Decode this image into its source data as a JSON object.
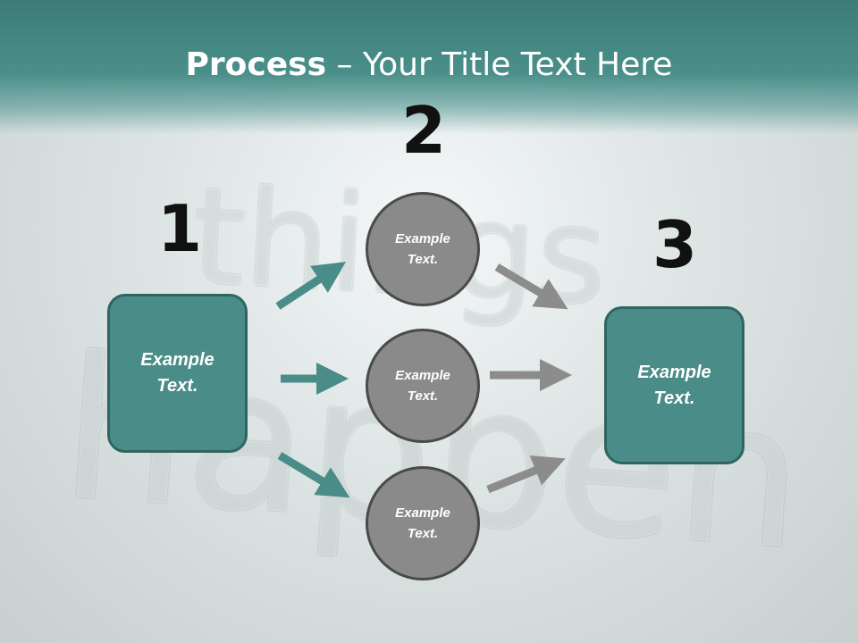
{
  "title": {
    "bold": "Process",
    "rest": " – Your Title Text Here"
  },
  "steps": [
    {
      "number": "1"
    },
    {
      "number": "2"
    },
    {
      "number": "3"
    }
  ],
  "left_box": {
    "text": "Example Text."
  },
  "right_box": {
    "text": "Example Text."
  },
  "circles": [
    {
      "text": "Example Text."
    },
    {
      "text": "Example Text."
    },
    {
      "text": "Example Text."
    }
  ],
  "colors": {
    "teal": "#4a8c88",
    "teal_border": "#2f6561",
    "gray_circle": "#8a8a8a",
    "gray_arrow": "#8c8c8c"
  }
}
